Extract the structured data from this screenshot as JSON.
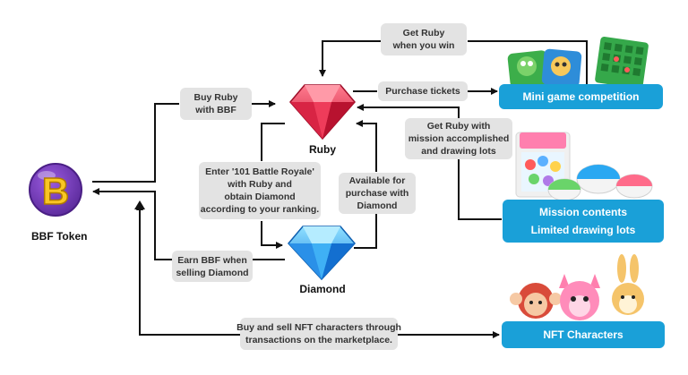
{
  "nodes": {
    "token": "BBF Token",
    "ruby": "Ruby",
    "diamond": "Diamond"
  },
  "logo_letter": "B",
  "boxes": {
    "get_ruby_win": [
      "Get Ruby",
      "when you win"
    ],
    "buy_ruby": [
      "Buy Ruby",
      "with BBF"
    ],
    "purchase_tickets": [
      "Purchase tickets"
    ],
    "get_ruby_mission": [
      "Get Ruby with",
      "mission accomplished",
      "and drawing lots"
    ],
    "battle_royale": [
      "Enter '101 Battle Royale'",
      "with Ruby and",
      "obtain Diamond",
      "according to your ranking."
    ],
    "available_diamond": [
      "Available for",
      "purchase with",
      "Diamond"
    ],
    "earn_bbf": [
      "Earn BBF when",
      "selling Diamond"
    ],
    "nft_trade": [
      "Buy and sell NFT characters through",
      "transactions on the marketplace."
    ]
  },
  "targets": {
    "mini_game": [
      "Mini game competition"
    ],
    "mission": [
      "Mission contents",
      "Limited drawing lots"
    ],
    "nft": [
      "NFT Characters"
    ]
  },
  "colors": {
    "accent": "#1aa0d8",
    "ruby": "#e8324f",
    "diamond": "#2aa8f2",
    "token": "#7b3fc4",
    "token_letter": "#f9c623",
    "box": "#e3e3e3"
  }
}
